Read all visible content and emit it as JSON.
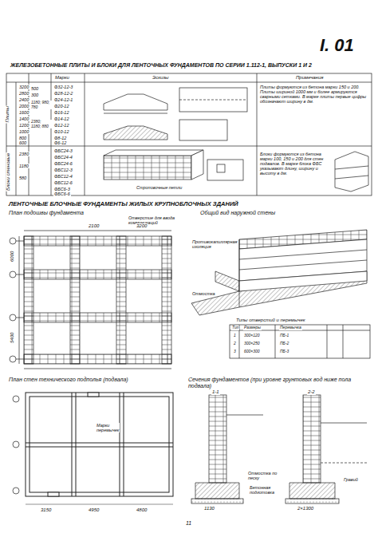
{
  "diagram": {
    "title": "ЖЕЛЕЗОБЕТОННЫЕ ПЛИТЫ И БЛОКИ ДЛЯ ЛЕНТОЧНЫХ ФУНДАМЕНТОВ ПО СЕРИИ 1.112-1, ВЫПУСКИ 1 И 2",
    "labels": [
      "I. 01",
      "Марки",
      "Эскизы",
      "Примечания",
      "3200",
      "2800",
      "2400",
      "2000",
      "1600",
      "1400",
      "1200",
      "1000",
      "800",
      "600",
      "500",
      "300",
      "1180; 980; 780",
      "2380; 1180; 880",
      "Ф32-12-3",
      "Ф28-12-2",
      "Ф24-12-1",
      "Ф20-12",
      "Ф16-12",
      "Ф14-12",
      "Ф12-12",
      "Ф10-12",
      "Ф8-12",
      "Ф6-12",
      "Плиты",
      "Блоки стеновые",
      "2380",
      "1180",
      "580",
      "ФБС24-3",
      "ФБС24-4",
      "ФБС24-6",
      "ФБС12-3",
      "ФБС12-4",
      "ФБС12-6",
      "ФБС6-3",
      "ФБС6-6",
      "Плиты формуются из бетона марки 150 и 200. Плиты шириной 1000 мм и более армируются сварными сетками. В марке плиты первые цифры обозначают ширину в дм.",
      "Блоки формуются из бетона марки 100, 150 и 200 для стен подвалов. В марке блока ФБС указывают длину, ширину и высоту в дм.",
      "Строповочные петли",
      "ЛЕНТОЧНЫЕ БЛОЧНЫЕ ФУНДАМЕНТЫ ЖИЛЫХ КРУПНОБЛОЧНЫХ ЗДАНИЙ",
      "План подошвы фундамента",
      "Общий вид наружной стены",
      "Отверстие для ввода коммуникаций",
      "Противокапиллярная изоляция",
      "Отмостка",
      "Типы отверстий и перемычек",
      "Тип",
      "Размеры",
      "Перемычка",
      "1",
      "2",
      "3",
      "300×120",
      "300×250",
      "600×300",
      "ПБ-1",
      "ПБ-2",
      "ПБ-3",
      "2100",
      "3200",
      "6000",
      "5400",
      "План стен технического подполья (подвала)",
      "Марки перемычек",
      "3150",
      "4950",
      "4800",
      "Сечения фундаментов (при уровне грунтовых вод ниже пола подвала)",
      "1-1",
      "2-2",
      "Отмостка по песку",
      "Бетонная подготовка",
      "Гравий",
      "1130",
      "2×1300",
      "11"
    ]
  }
}
